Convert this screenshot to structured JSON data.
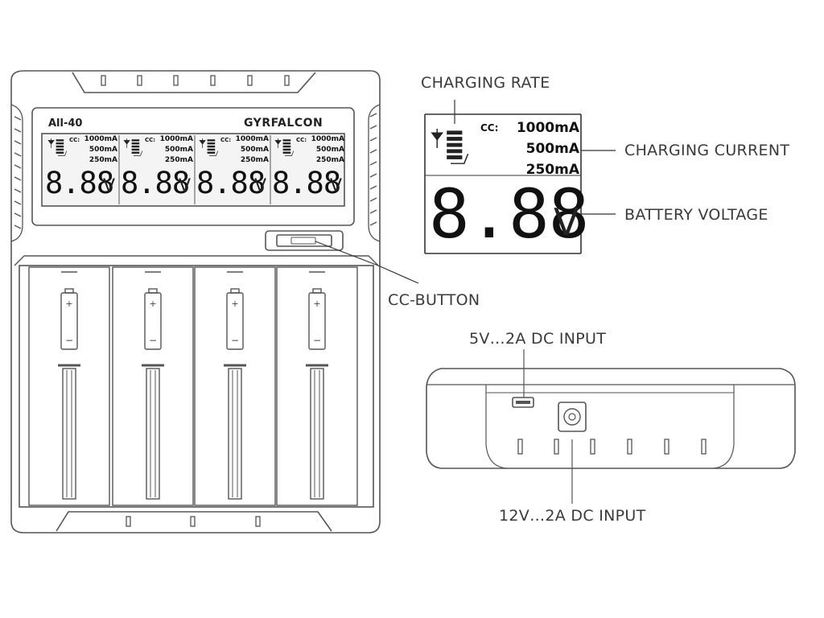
{
  "device": {
    "model": "All-40",
    "brand": "GYRFALCON"
  },
  "display": {
    "cc_label": "CC:",
    "currents": [
      "1000mA",
      "500mA",
      "250mA"
    ],
    "voltage": "8.88",
    "unit": "V"
  },
  "callouts": {
    "charging_rate": "CHARGING RATE",
    "charging_current": "CHARGING CURRENT",
    "battery_voltage": "BATTERY VOLTAGE",
    "cc_button": "CC-BUTTON",
    "input_5v": "5V…2A  DC INPUT",
    "input_12v": "12V…2A  DC INPUT"
  },
  "battery_symbols": {
    "plus": "+",
    "minus": "−"
  },
  "colors": {
    "line": "#555555",
    "text": "#3a3a3a",
    "lcd_bg": "#f4f4f4"
  }
}
